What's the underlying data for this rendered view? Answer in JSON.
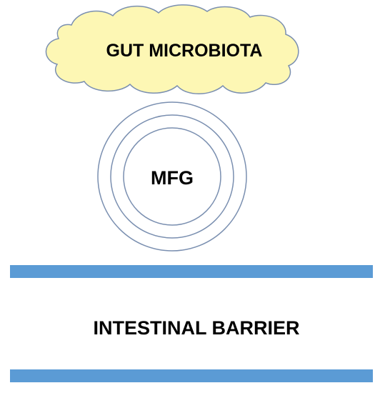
{
  "cloud": {
    "label": "GUT MICROBIOTA",
    "fill": "#FDF7B4",
    "stroke": "#7A8FB0"
  },
  "globule": {
    "label": "MFG",
    "stroke": "#7A8FB0",
    "rings": 3
  },
  "barrier": {
    "label": "INTESTINAL BARRIER",
    "color": "#5B9BD5"
  }
}
